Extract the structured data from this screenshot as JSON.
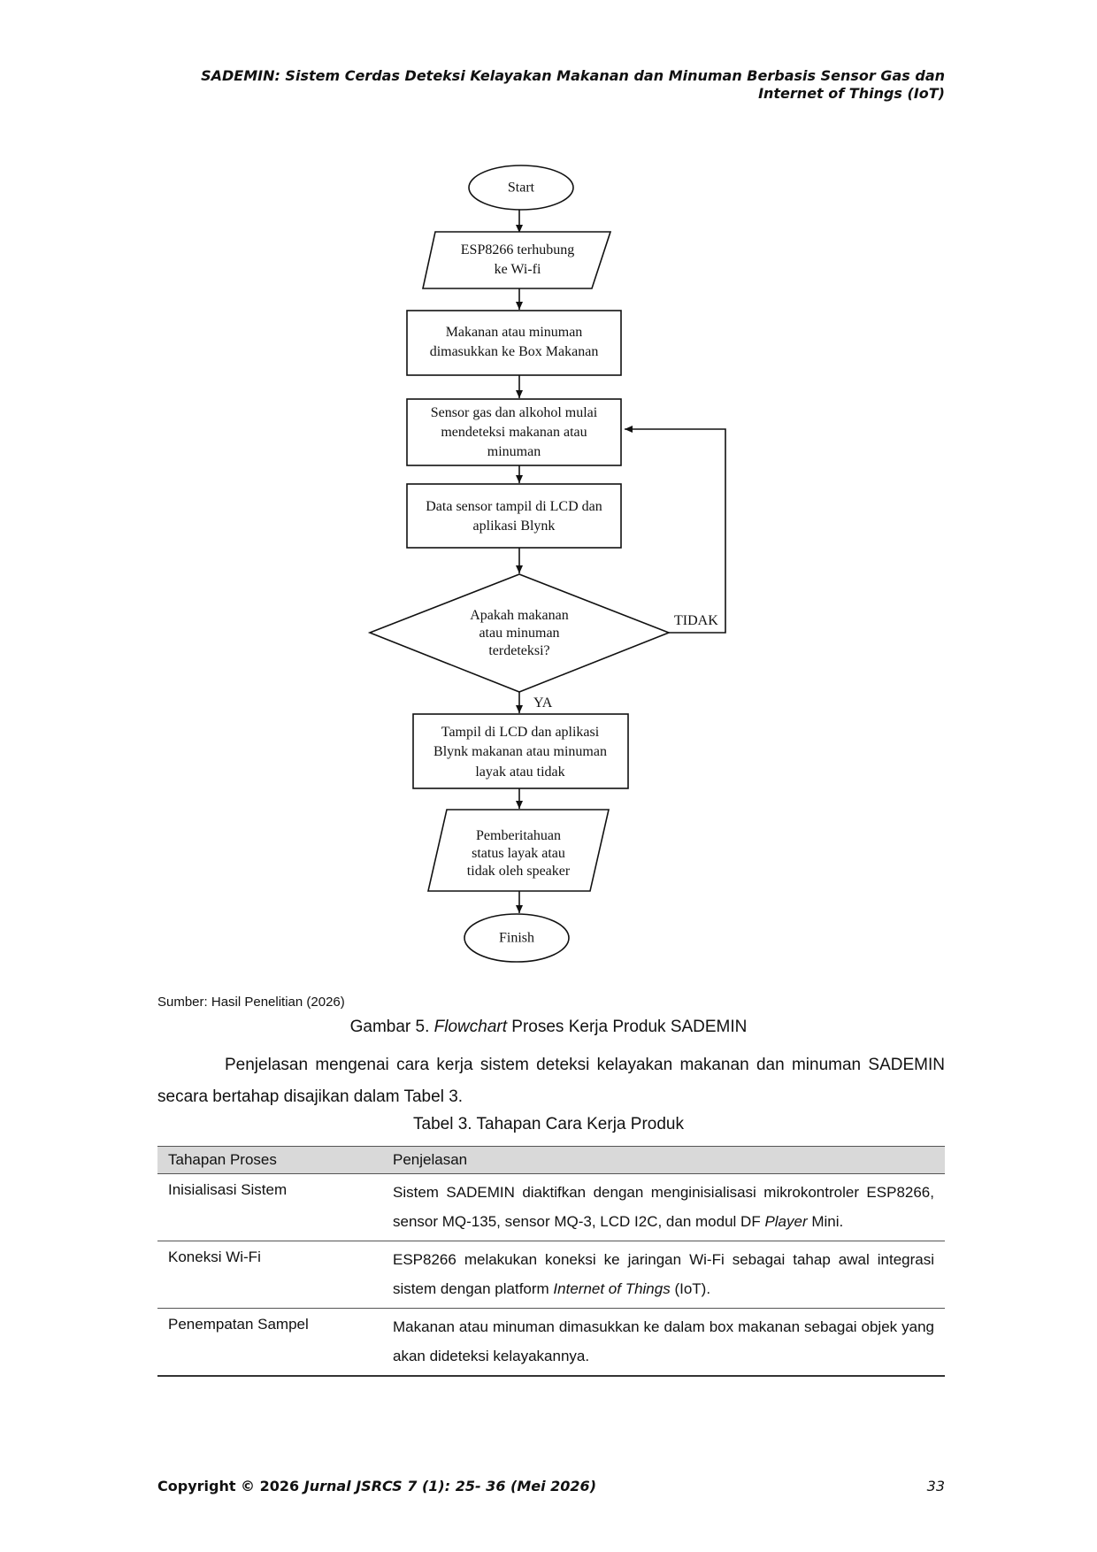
{
  "header": {
    "title_line1": "SADEMIN: Sistem Cerdas Deteksi Kelayakan Makanan dan Minuman Berbasis Sensor Gas dan",
    "title_line2": "Internet of Things (IoT)"
  },
  "flowchart": {
    "start": "Start",
    "input1": [
      "ESP8266 terhubung",
      "ke Wi-fi"
    ],
    "process1": [
      "Makanan atau minuman",
      "dimasukkan ke Box Makanan"
    ],
    "process2": [
      "Sensor gas dan alkohol mulai",
      "mendeteksi makanan atau",
      "minuman"
    ],
    "process3": [
      "Data sensor tampil di LCD dan",
      "aplikasi Blynk"
    ],
    "decision": [
      "Apakah makanan",
      "atau minuman",
      "terdeteksi?"
    ],
    "no_label": "TIDAK",
    "yes_label": "YA",
    "process4": [
      "Tampil di LCD dan aplikasi",
      "Blynk makanan atau minuman",
      "layak atau tidak"
    ],
    "output1": [
      "Pemberitahuan",
      "status layak atau",
      "tidak oleh speaker"
    ],
    "finish": "Finish"
  },
  "figure": {
    "source": "Sumber: Hasil Penelitian (2026)",
    "caption_prefix": "Gambar 5. ",
    "caption_italic": "Flowchart",
    "caption_suffix": " Proses Kerja Produk SADEMIN"
  },
  "body_text": "Penjelasan mengenai cara kerja sistem deteksi kelayakan makanan dan minuman SADEMIN secara bertahap disajikan dalam Tabel 3.",
  "table": {
    "caption": "Tabel 3. Tahapan Cara Kerja Produk",
    "headers": [
      "Tahapan Proses",
      "Penjelasan"
    ],
    "rows": [
      {
        "stage": "Inisialisasi Sistem",
        "desc_a": "Sistem SADEMIN diaktifkan dengan menginisialisasi mikrokontroler ESP8266, sensor MQ-135, sensor MQ-3, LCD I2C, dan modul DF ",
        "desc_italic": "Player",
        "desc_b": " Mini."
      },
      {
        "stage": "Koneksi Wi-Fi",
        "desc_a": "ESP8266 melakukan koneksi ke jaringan Wi-Fi sebagai tahap awal integrasi sistem dengan platform ",
        "desc_italic": "Internet of Things",
        "desc_b": " (IoT)."
      },
      {
        "stage": "Penempatan Sampel",
        "desc_a": "Makanan atau minuman dimasukkan ke dalam box makanan sebagai objek yang akan dideteksi kelayakannya.",
        "desc_italic": "",
        "desc_b": ""
      }
    ]
  },
  "footer": {
    "copyright": "Copyright © 2026 ",
    "journal": "Jurnal JSRCS 7 (1): 25- 36 (Mei 2026)",
    "page": "33"
  }
}
